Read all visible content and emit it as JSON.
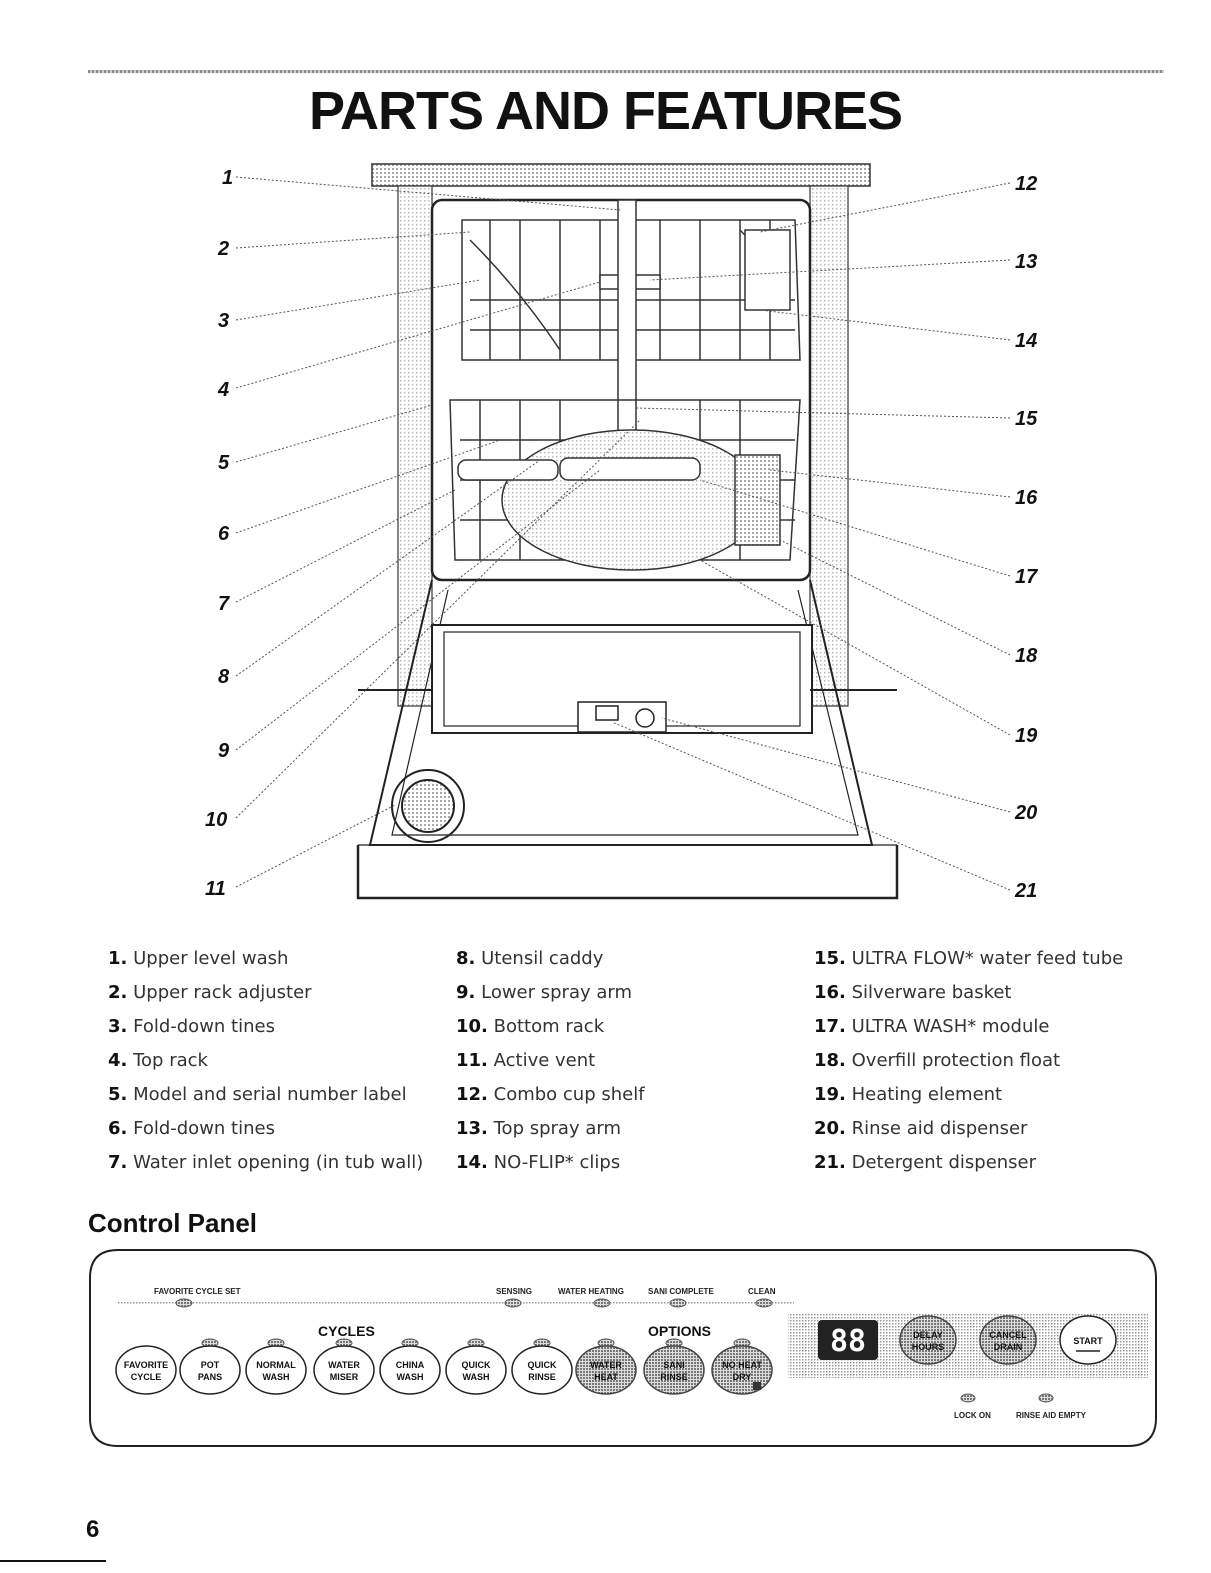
{
  "title": "PARTS AND FEATURES",
  "callouts": [
    "1",
    "2",
    "3",
    "4",
    "5",
    "6",
    "7",
    "8",
    "9",
    "10",
    "11",
    "12",
    "13",
    "14",
    "15",
    "16",
    "17",
    "18",
    "19",
    "20",
    "21"
  ],
  "parts": [
    {
      "num": "1.",
      "label": "Upper level wash"
    },
    {
      "num": "2.",
      "label": "Upper rack adjuster"
    },
    {
      "num": "3.",
      "label": "Fold-down tines"
    },
    {
      "num": "4.",
      "label": "Top rack"
    },
    {
      "num": "5.",
      "label": "Model and serial number label"
    },
    {
      "num": "6.",
      "label": "Fold-down tines"
    },
    {
      "num": "7.",
      "label": "Water inlet opening (in tub wall)"
    },
    {
      "num": "8.",
      "label": "Utensil caddy"
    },
    {
      "num": "9.",
      "label": "Lower spray arm"
    },
    {
      "num": "10.",
      "label": "Bottom rack"
    },
    {
      "num": "11.",
      "label": "Active vent"
    },
    {
      "num": "12.",
      "label": "Combo cup shelf"
    },
    {
      "num": "13.",
      "label": "Top spray arm"
    },
    {
      "num": "14.",
      "label": "NO-FLIP* clips"
    },
    {
      "num": "15.",
      "label": "ULTRA FLOW* water feed tube"
    },
    {
      "num": "16.",
      "label": "Silverware basket"
    },
    {
      "num": "17.",
      "label": "ULTRA WASH* module"
    },
    {
      "num": "18.",
      "label": "Overfill protection float"
    },
    {
      "num": "19.",
      "label": "Heating element"
    },
    {
      "num": "20.",
      "label": "Rinse aid dispenser"
    },
    {
      "num": "21.",
      "label": "Detergent dispenser"
    }
  ],
  "control_panel": {
    "title": "Control Panel",
    "favorite_label": "FAVORITE CYCLE SET",
    "status_labels": [
      "SENSING",
      "WATER HEATING",
      "SANI COMPLETE",
      "CLEAN"
    ],
    "cycles_heading": "CYCLES",
    "options_heading": "OPTIONS",
    "display": "88",
    "cycle_buttons": [
      {
        "line1": "FAVORITE",
        "line2": "CYCLE"
      },
      {
        "line1": "POT",
        "line2": "PANS"
      },
      {
        "line1": "NORMAL",
        "line2": "WASH"
      },
      {
        "line1": "WATER",
        "line2": "MISER"
      },
      {
        "line1": "CHINA",
        "line2": "WASH"
      },
      {
        "line1": "QUICK",
        "line2": "WASH"
      },
      {
        "line1": "QUICK",
        "line2": "RINSE"
      }
    ],
    "option_buttons": [
      {
        "line1": "WATER",
        "line2": "HEAT"
      },
      {
        "line1": "SANI",
        "line2": "RINSE"
      },
      {
        "line1": "NO HEAT",
        "line2": "DRY"
      }
    ],
    "control_buttons": [
      {
        "line1": "DELAY",
        "line2": "HOURS"
      },
      {
        "line1": "CANCEL",
        "line2": "DRAIN"
      },
      {
        "line1": "START",
        "line2": ""
      }
    ],
    "indicator_labels": [
      "LOCK ON",
      "RINSE AID EMPTY"
    ]
  },
  "page_number": "6"
}
